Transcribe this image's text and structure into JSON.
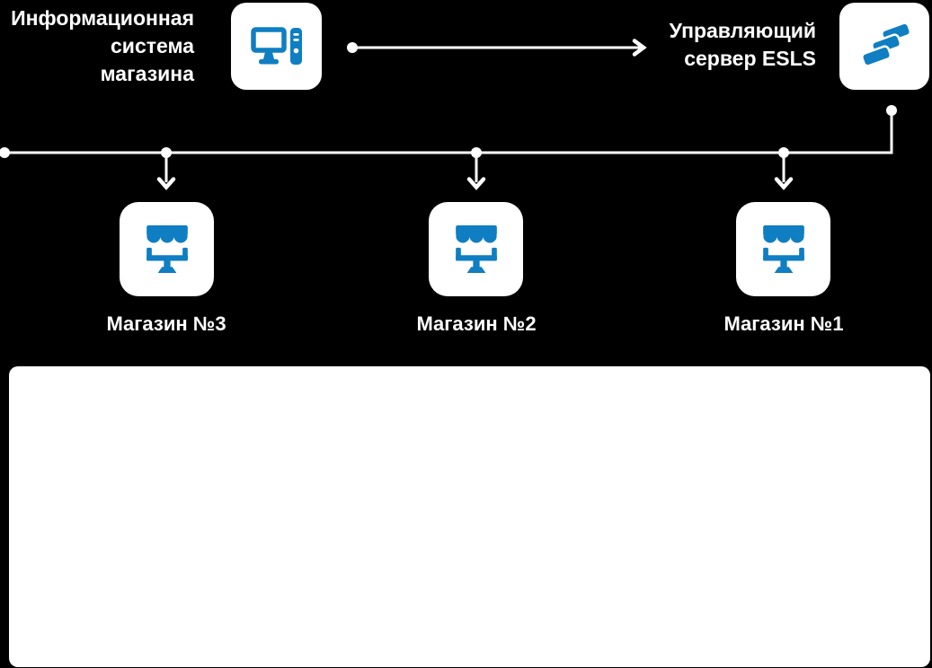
{
  "colors": {
    "background": "#000000",
    "card": "#ffffff",
    "accent_blue": "#0f7ec2",
    "connector": "#ffffff"
  },
  "diagram": {
    "info_system": {
      "label": "Информационная\nсистема\nмагазина",
      "icon": "desktop-computer-icon"
    },
    "server": {
      "label": "Управляющий\nсервер ESLS",
      "icon": "esl-tags-icon"
    },
    "stores": [
      {
        "label": "Магазин №3",
        "icon": "storefront-icon"
      },
      {
        "label": "Магазин №2",
        "icon": "storefront-icon"
      },
      {
        "label": "Магазин №1",
        "icon": "storefront-icon"
      }
    ],
    "content_panel": {
      "text": ""
    }
  }
}
